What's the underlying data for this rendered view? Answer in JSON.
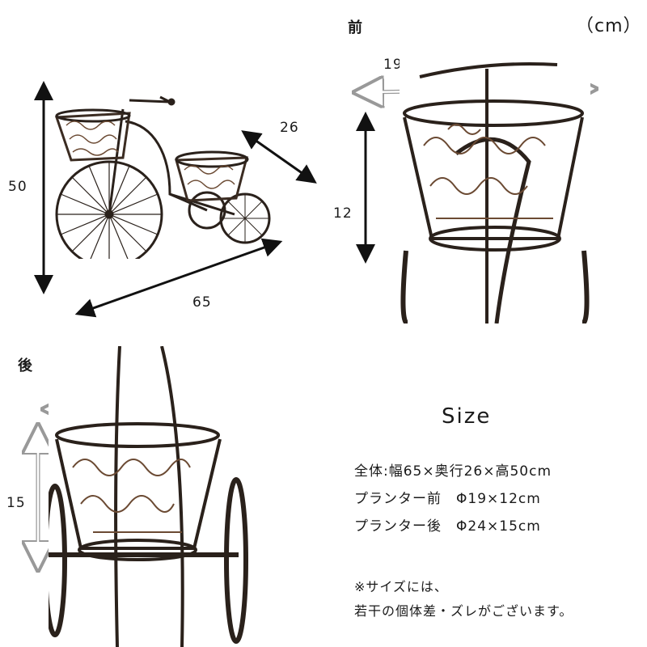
{
  "unit_label": "（cm）",
  "views": {
    "front_label": "前",
    "back_label": "後"
  },
  "dimensions": {
    "overall_height": "50",
    "overall_depth": "26",
    "overall_width": "65",
    "front_diameter": "19",
    "front_height": "12",
    "back_diameter": "24",
    "back_height": "15"
  },
  "size_section": {
    "heading": "Size",
    "lines": [
      "全体:幅65×奥行26×高50cm",
      "プランター前　Φ19×12cm",
      "プランター後　Φ24×15cm"
    ],
    "notes": [
      "※サイズには、",
      "若干の個体差・ズレがございます。"
    ]
  },
  "colors": {
    "metal": "#2a211b",
    "rust": "#6b4a33",
    "arrow": "#111111"
  }
}
